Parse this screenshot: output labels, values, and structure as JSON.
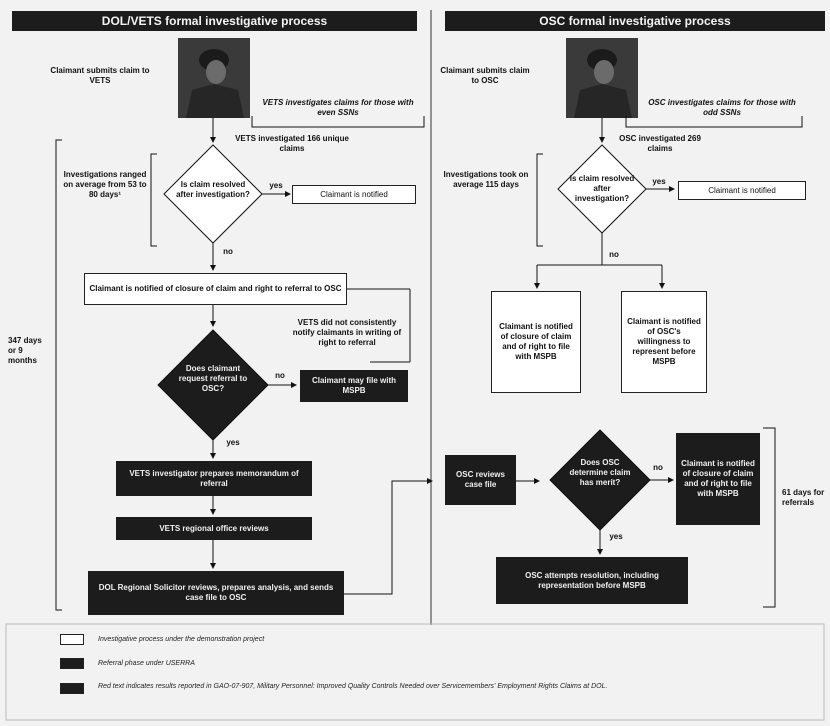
{
  "left": {
    "header": "DOL/VETS formal investigative process",
    "submit": "Claimant submits claim to VETS",
    "investigates": "VETS investigates claims for those with even SSNs",
    "investigated_count": "VETS investigated 166 unique claims",
    "ranged": "Investigations ranged on average from 53 to 80 days¹",
    "decision1": "Is claim resolved after investigation?",
    "yes1": "yes",
    "notified": "Claimant is notified",
    "no1": "no",
    "closure": "Claimant is notified of closure of claim and right to referral to OSC",
    "did_not_notify": "VETS did not consistently notify claimants in writing of right to referral",
    "decision2": "Does claimant request referral to OSC?",
    "no2": "no",
    "may_file": "Claimant may file with MSPB",
    "yes2": "yes",
    "memo": "VETS investigator prepares memorandum of referral",
    "regional": "VETS regional office reviews",
    "solicitor": "DOL Regional Solicitor reviews, prepares analysis, and sends case file to OSC",
    "total_days": "347 days or 9 months"
  },
  "right": {
    "header": "OSC formal investigative process",
    "submit": "Claimant submits claim to OSC",
    "investigates": "OSC investigates claims for those with odd SSNs",
    "investigated_count": "OSC investigated 269 claims",
    "took": "Investigations took on average 115 days",
    "decision1": "Is claim resolved after investigation?",
    "yes1": "yes",
    "notified": "Claimant is notified",
    "no1": "no",
    "closure_mspb": "Claimant is notified of closure of claim and of right to file with MSPB",
    "willingness": "Claimant is notified of OSC's willingness to represent before MSPB",
    "reviews": "OSC reviews case file",
    "decision2": "Does OSC determine claim has merit?",
    "no2": "no",
    "closure_right": "Claimant is notified of closure of claim and of right to file with MSPB",
    "yes2": "yes",
    "resolution": "OSC attempts resolution, including representation before MSPB",
    "referral_days": "61 days for referrals"
  },
  "legend": {
    "white": "Investigative process under the demonstration project",
    "black": "Referral phase under USERRA",
    "red": "Red text indicates results reported in GAO-07-907, Military Personnel: Improved Quality Controls Needed over Servicemembers' Employment Rights Claims at DOL."
  },
  "colors": {
    "dark": "#1c1c1c",
    "white": "#ffffff",
    "background": "#f2f2f2"
  }
}
